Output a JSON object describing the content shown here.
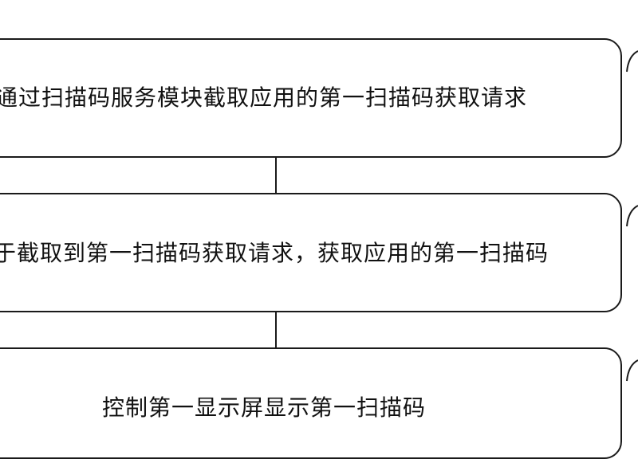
{
  "steps": [
    {
      "text": "通过扫描码服务模块截取应用的第一扫描码获取请求"
    },
    {
      "text": "于截取到第一扫描码获取请求，获取应用的第一扫描码"
    },
    {
      "text": "控制第一显示屏显示第一扫描码"
    }
  ]
}
